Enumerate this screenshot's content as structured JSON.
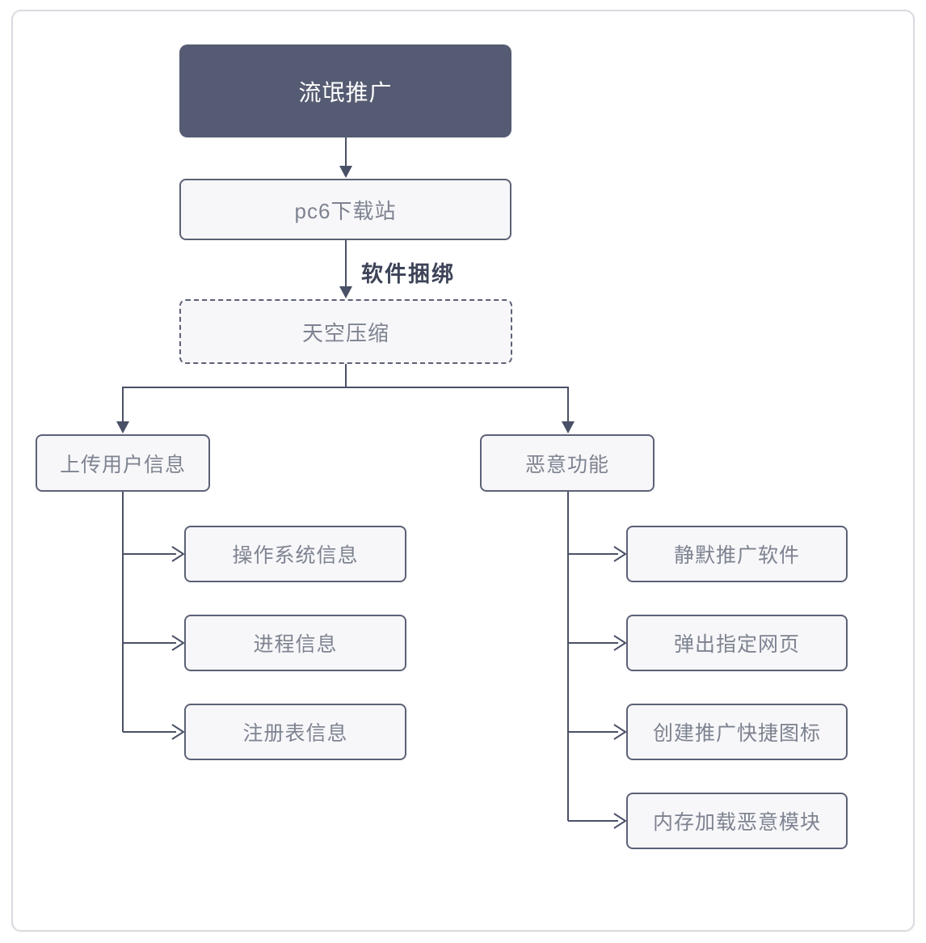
{
  "colors": {
    "canvas_bg": "#ffffff",
    "frame_border": "#d9dbe0",
    "node_dark_bg": "#555b72",
    "node_dark_text": "#ffffff",
    "node_light_bg": "#f7f7f9",
    "node_border": "#5c6176",
    "node_text": "#7e8391",
    "connector": "#4a5066",
    "edge_label_text": "#3d4358"
  },
  "diagram": {
    "type": "flowchart",
    "root_node": {
      "label": "流氓推广"
    },
    "download_site_node": {
      "label": "pc6下载站"
    },
    "bundling_edge_label": "软件捆绑",
    "compression_node": {
      "label": "天空压缩"
    },
    "branches": [
      {
        "label": "上传用户信息",
        "children": [
          {
            "label": "操作系统信息"
          },
          {
            "label": "进程信息"
          },
          {
            "label": "注册表信息"
          }
        ]
      },
      {
        "label": "恶意功能",
        "children": [
          {
            "label": "静默推广软件"
          },
          {
            "label": "弹出指定网页"
          },
          {
            "label": "创建推广快捷图标"
          },
          {
            "label": "内存加载恶意模块"
          }
        ]
      }
    ]
  }
}
